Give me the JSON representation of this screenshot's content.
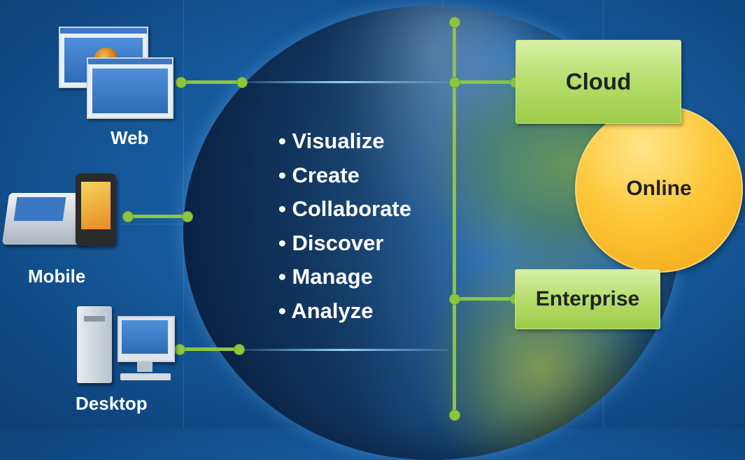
{
  "devices": {
    "web": "Web",
    "mobile": "Mobile",
    "desktop": "Desktop"
  },
  "bullets": [
    "• Visualize",
    "• Create",
    "• Collaborate",
    "• Discover",
    "• Manage",
    "• Analyze"
  ],
  "platforms": {
    "cloud": "Cloud",
    "online": "Online",
    "enterprise": "Enterprise"
  },
  "colors": {
    "background": "#165a9c",
    "connector": "#8cc63f",
    "green_box": "#b6dd6b",
    "online_circle": "#fdc83a"
  },
  "icons": {
    "web": "browser-windows-icon",
    "mobile": "handheld-devices-icon",
    "desktop": "desktop-computer-icon"
  }
}
